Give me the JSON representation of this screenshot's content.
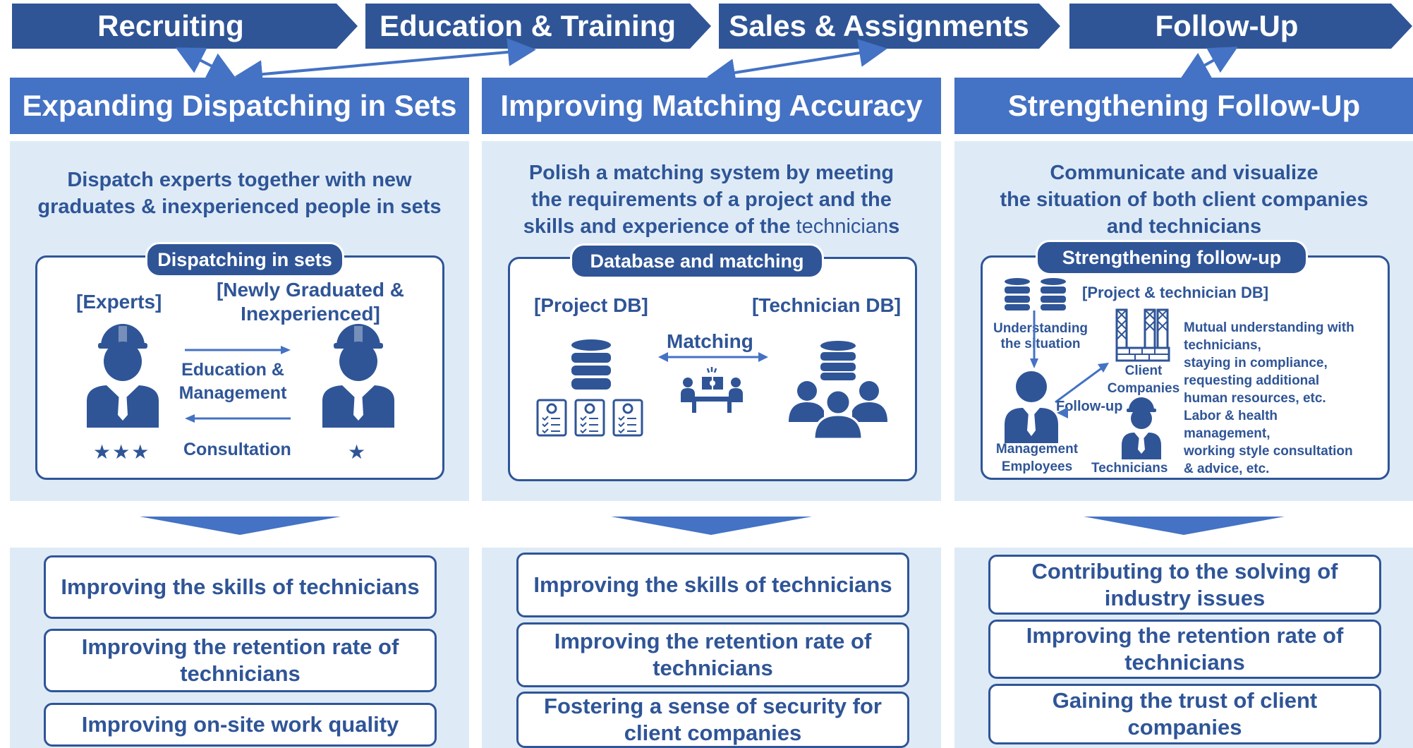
{
  "steps": [
    "Recruiting",
    "Education & Training",
    "Sales & Assignments",
    "Follow-Up"
  ],
  "columns": [
    {
      "title": "Expanding Dispatching in Sets",
      "lead": [
        "Dispatch experts together with new",
        "graduates & inexperienced people in sets"
      ],
      "box_title": "Dispatching in sets",
      "experts_label": "[Experts]",
      "newgrad_label": [
        "[Newly Graduated &",
        "Inexperienced]"
      ],
      "arrow_top_label": [
        "Education &",
        "Management"
      ],
      "arrow_bottom_label": "Consultation",
      "expert_stars": "★★★",
      "newgrad_stars": "★",
      "outcomes": [
        "Improving the skills of technicians",
        "Improving the retention rate of technicians",
        "Improving on-site work quality"
      ]
    },
    {
      "title": "Improving Matching Accuracy",
      "lead": [
        "Polish a matching system by meeting",
        "the requirements of a project and the",
        "skills and experience of the "
      ],
      "lead_normal": "technician",
      "lead_tail": "s",
      "box_title": "Database and matching",
      "project_db_label": "[Project DB]",
      "technician_db_label": "[Technician DB]",
      "matching_label": "Matching",
      "outcomes": [
        "Improving the skills of technicians",
        "Improving the retention rate of technicians",
        "Fostering a sense of security for client companies"
      ]
    },
    {
      "title": "Strengthening Follow-Up",
      "lead": [
        "Communicate and visualize",
        "the situation of both client companies",
        "and technicians"
      ],
      "box_title": "Strengthening follow-up",
      "db_label": "[Project & technician DB]",
      "understanding_label": [
        "Understanding",
        "the situation"
      ],
      "client_label": [
        "Client",
        "Companies"
      ],
      "followup_label": "Follow-up",
      "management_label": [
        "Management",
        "Employees"
      ],
      "technicians_label": "Technicians",
      "notes": [
        "Mutual understanding with",
        "technicians,",
        "staying in compliance,",
        "requesting additional",
        "human resources, etc.",
        "Labor & health",
        "management,",
        "working style consultation",
        "& advice, etc."
      ],
      "outcomes": [
        "Contributing to the solving of industry issues",
        "Improving the retention rate of technicians",
        "Gaining the trust of client companies"
      ]
    }
  ],
  "colors": {
    "dark": "#2f5597",
    "header": "#4472c4",
    "panel": "#deebf7",
    "chevron": "#4472c4"
  }
}
